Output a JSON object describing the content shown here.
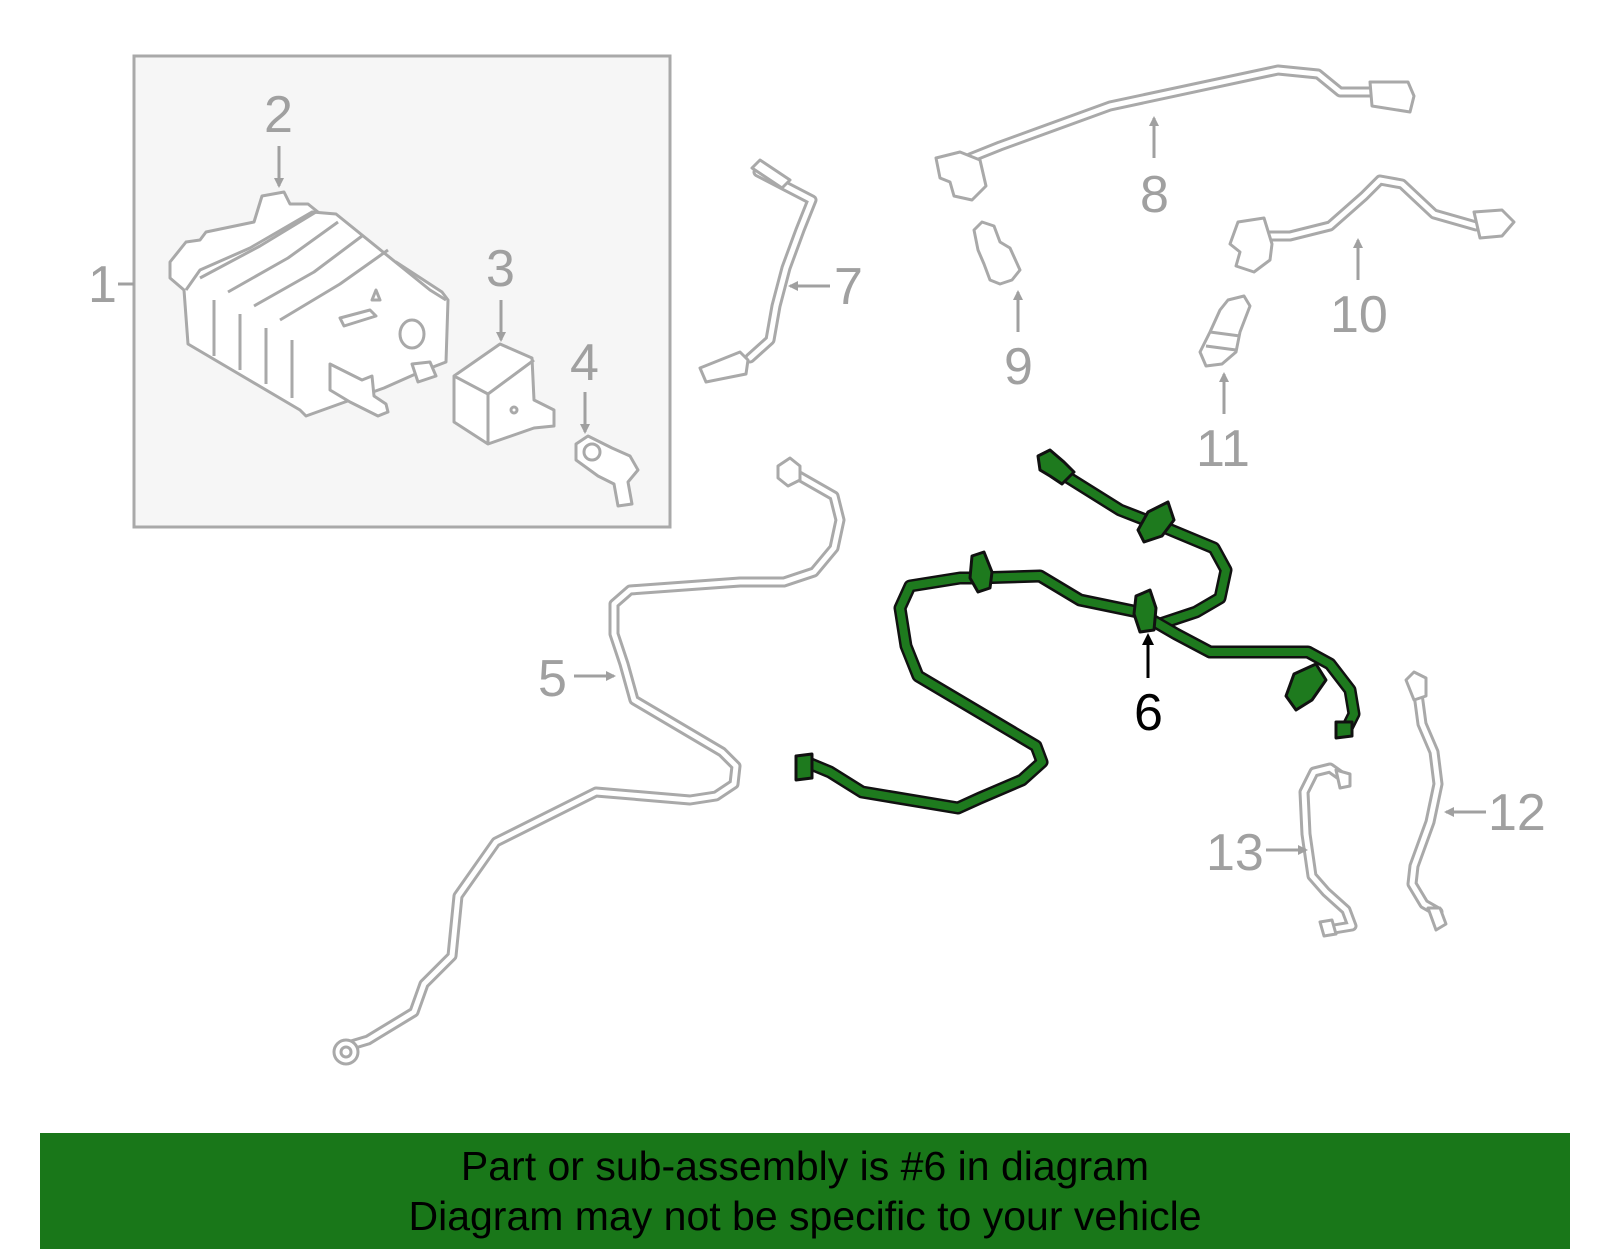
{
  "colors": {
    "banner": "#197719",
    "highlight": "#1e7a1e",
    "part_line": "#a9a9a9",
    "box_fill": "#f6f6f6"
  },
  "callouts": {
    "c1": "1",
    "c2": "2",
    "c3": "3",
    "c4": "4",
    "c5": "5",
    "c6": "6",
    "c7": "7",
    "c8": "8",
    "c9": "9",
    "c10": "10",
    "c11": "11",
    "c12": "12",
    "c13": "13"
  },
  "highlighted_part": "6",
  "footer": {
    "line1": "Part or sub-assembly is #6 in diagram",
    "line2": "Diagram may not be specific to your vehicle"
  }
}
